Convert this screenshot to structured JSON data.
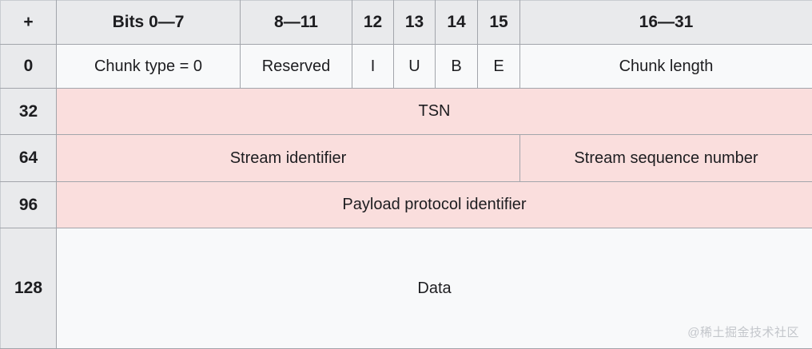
{
  "diagram": {
    "title": "SCTP DATA chunk packet layout",
    "colors": {
      "header_bg": "#e9eaec",
      "index_bg": "#e9eaec",
      "plain_bg": "#f8f9fa",
      "highlight_bg": "#fadedd",
      "border": "#a2a5ab",
      "text": "#1d1d20",
      "watermark": "#c3c6cb"
    },
    "header": {
      "offset_label": "+",
      "bit_ranges": [
        {
          "label": "Bits 0—7"
        },
        {
          "label": "8—11"
        },
        {
          "label": "12"
        },
        {
          "label": "13"
        },
        {
          "label": "14"
        },
        {
          "label": "15"
        },
        {
          "label": "16—31"
        }
      ]
    },
    "rows": [
      {
        "offset": "0",
        "tone": "plain",
        "cells": [
          {
            "label": "Chunk type = 0",
            "span": 1
          },
          {
            "label": "Reserved",
            "span": 1
          },
          {
            "label": "I",
            "span": 1
          },
          {
            "label": "U",
            "span": 1
          },
          {
            "label": "B",
            "span": 1
          },
          {
            "label": "E",
            "span": 1
          },
          {
            "label": "Chunk length",
            "span": 1
          }
        ]
      },
      {
        "offset": "32",
        "tone": "pink",
        "cells": [
          {
            "label": "TSN",
            "span": 7
          }
        ]
      },
      {
        "offset": "64",
        "tone": "pink",
        "cells": [
          {
            "label": "Stream identifier",
            "span": 6
          },
          {
            "label": "Stream sequence number",
            "span": 1
          }
        ]
      },
      {
        "offset": "96",
        "tone": "pink",
        "cells": [
          {
            "label": "Payload protocol identifier",
            "span": 7
          }
        ]
      },
      {
        "offset": "128",
        "tone": "plain",
        "cells": [
          {
            "label": "Data",
            "span": 7
          }
        ]
      }
    ],
    "watermark": "@稀土掘金技术社区"
  }
}
